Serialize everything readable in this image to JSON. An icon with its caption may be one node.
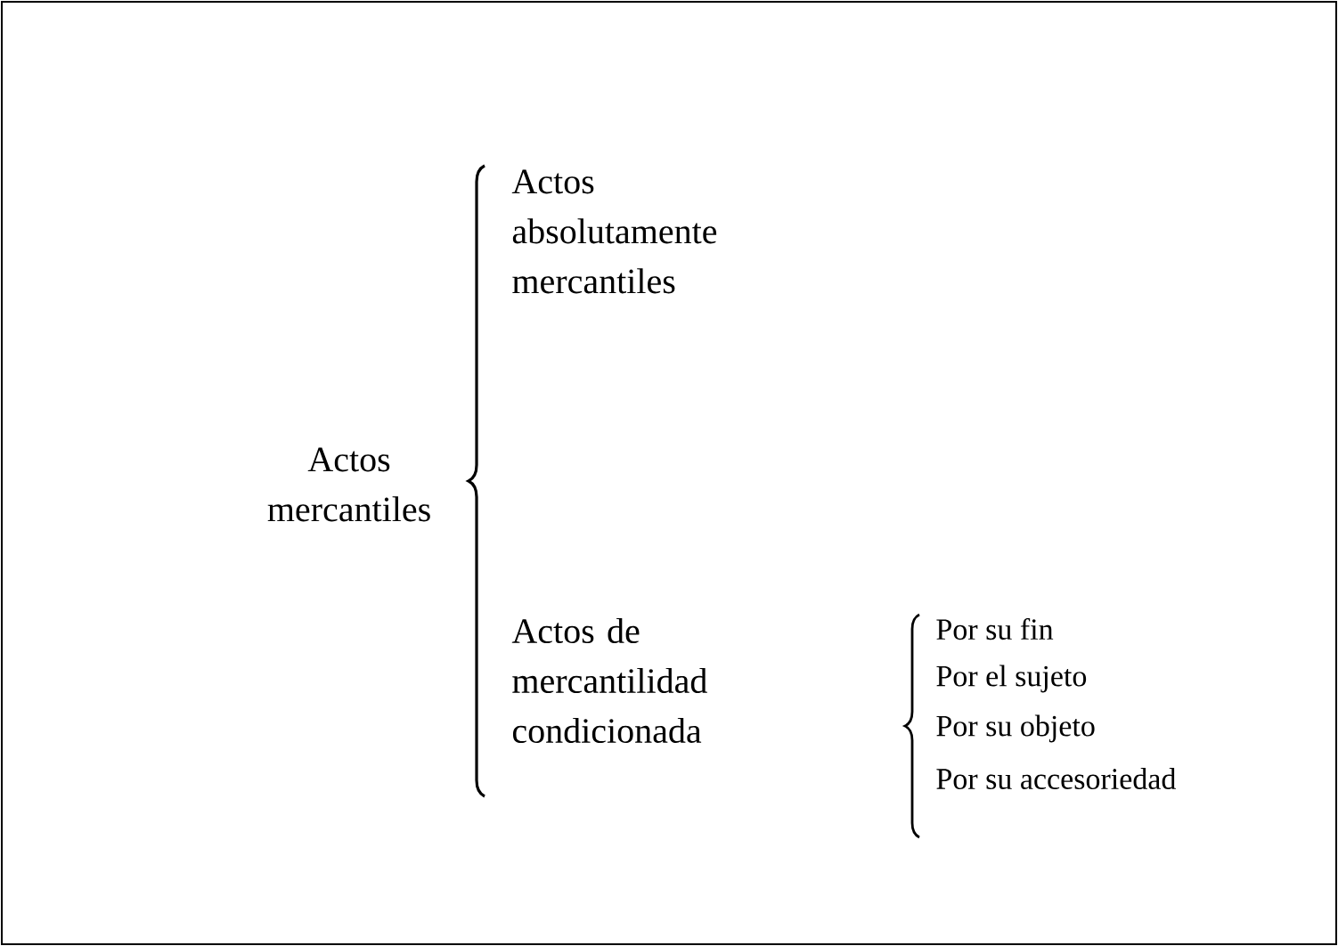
{
  "diagram": {
    "labels": [
      "Actos mercantiles",
      "Actos absolutamente mercantiles",
      "Actos de mercantilidad condicionada",
      "Por su fin",
      "Por el sujeto",
      "Por su objeto",
      "Por su accesoriedad"
    ]
  }
}
